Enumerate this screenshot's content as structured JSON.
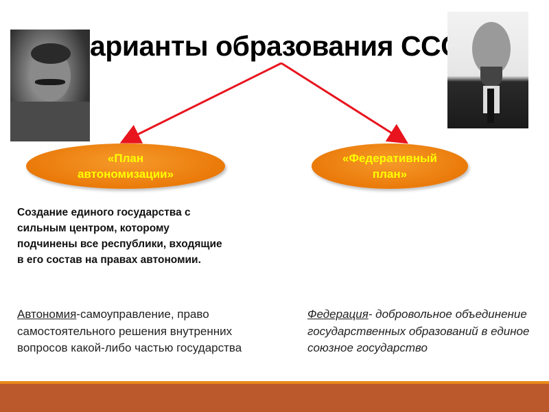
{
  "slide": {
    "title": "Варианты образования СССР",
    "photos": [
      {
        "name": "stalin-portrait"
      },
      {
        "name": "lenin-portrait"
      }
    ],
    "plans": [
      {
        "label_line1": "«План",
        "label_line2": "автономизации»"
      },
      {
        "label_line1": "«Федеративный",
        "label_line2": "план»"
      }
    ],
    "autonomy_description": [
      "Создание единого государства с",
      "сильным центром, которому",
      "подчинены все республики, входящие",
      "в его состав на правах автономии."
    ],
    "autonomy_definition": {
      "term": "Автономия",
      "text": "-самоуправление, право самостоятельного решения внутренних вопросов какой-либо частью государства"
    },
    "federation_definition": {
      "term": "Федерация",
      "text": "- добровольное объединение государственных образований в единое союзное государство"
    },
    "colors": {
      "arrow": "#e8141e",
      "oval": "#ea7a0a",
      "oval_text": "#ffff00",
      "footer": "#bb582c",
      "footer_line": "#e88a1a"
    }
  }
}
